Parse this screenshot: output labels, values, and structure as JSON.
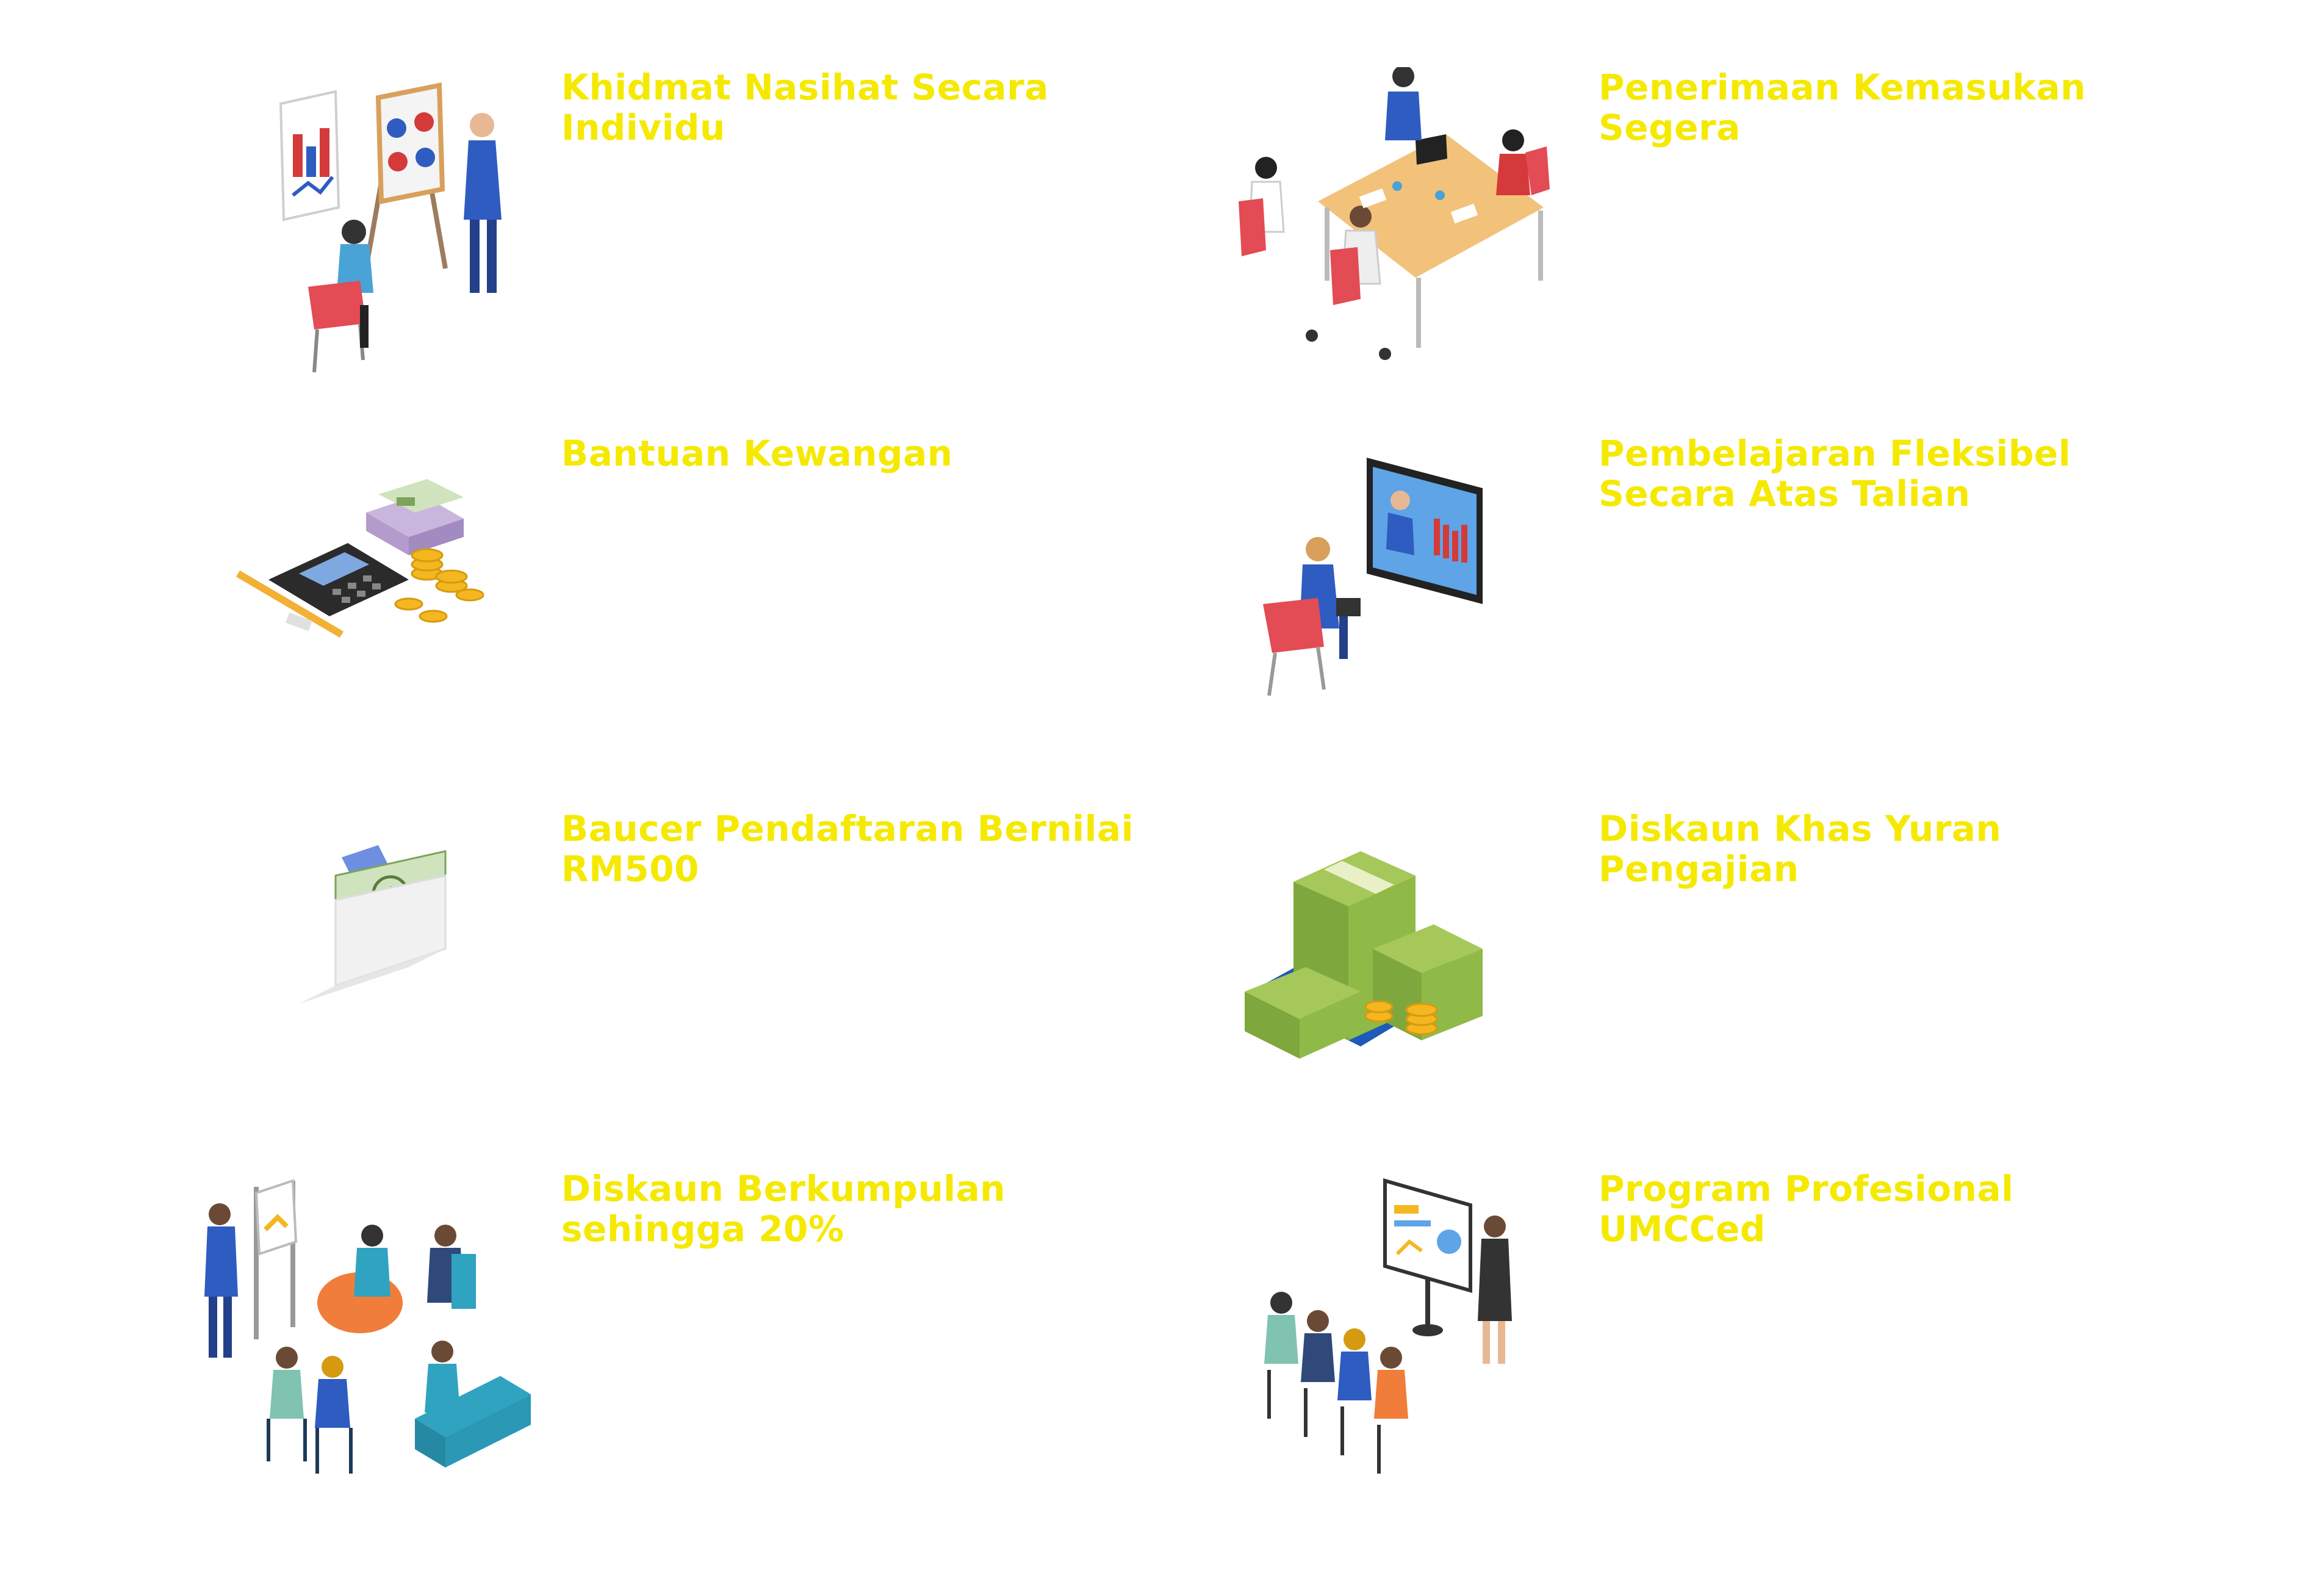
{
  "benefits": [
    {
      "title": "Khidmat Nasihat Secara Individu",
      "icon": "individual-consultation-icon"
    },
    {
      "title": "Penerimaan Kemasukan Segera",
      "icon": "meeting-table-icon"
    },
    {
      "title": "Bantuan Kewangan",
      "icon": "calculator-money-icon"
    },
    {
      "title": "Pembelajaran Fleksibel\nSecara Atas Talian",
      "icon": "online-learning-icon"
    },
    {
      "title": "Baucer Pendaftaran Bernilai\nRM500",
      "icon": "voucher-envelope-icon"
    },
    {
      "title": "Diskaun Khas Yuran Pengajian",
      "icon": "cash-stacks-icon"
    },
    {
      "title": "Diskaun Berkumpulan\nsehingga 20%",
      "icon": "group-discussion-icon"
    },
    {
      "title": "Program Profesional\nUMCCed",
      "icon": "presentation-audience-icon"
    }
  ],
  "colors": {
    "title": "#f5e900",
    "background": "#ffffff"
  }
}
